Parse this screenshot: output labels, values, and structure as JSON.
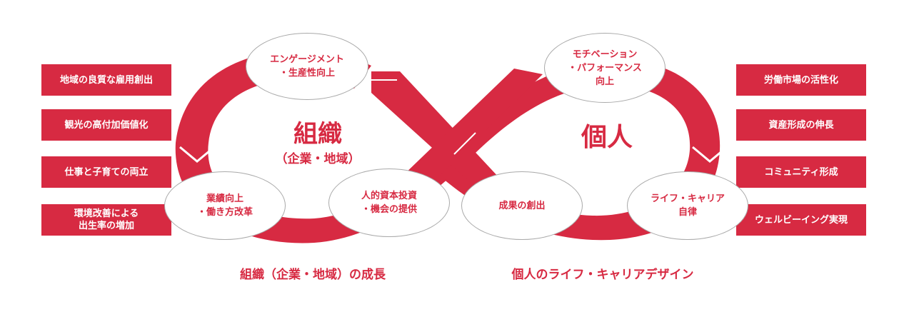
{
  "left_loop": {
    "title": "組織",
    "subtitle": "（企業・地域）",
    "caption": "組織（企業・地域）の成長",
    "nodes": [
      "エンゲージメント\n・生産性向上",
      "業績向上\n・働き方改革",
      "人的資本投資\n・機会の提供"
    ],
    "boxes": [
      "地域の良質な雇用創出",
      "観光の高付加価値化",
      "仕事と子育ての両立",
      "環境改善による\n出生率の増加"
    ]
  },
  "right_loop": {
    "title": "個人",
    "caption": "個人のライフ・キャリアデザイン",
    "nodes": [
      "モチベーション\n・パフォーマンス\n向上",
      "成果の創出",
      "ライフ・キャリア\n自律"
    ],
    "boxes": [
      "労働市場の活性化",
      "資産形成の伸長",
      "コミュニティ形成",
      "ウェルビーイング実現"
    ]
  },
  "colors": {
    "accent": "#d72a42",
    "node_border": "#a9a9a9",
    "background": "#ffffff"
  }
}
